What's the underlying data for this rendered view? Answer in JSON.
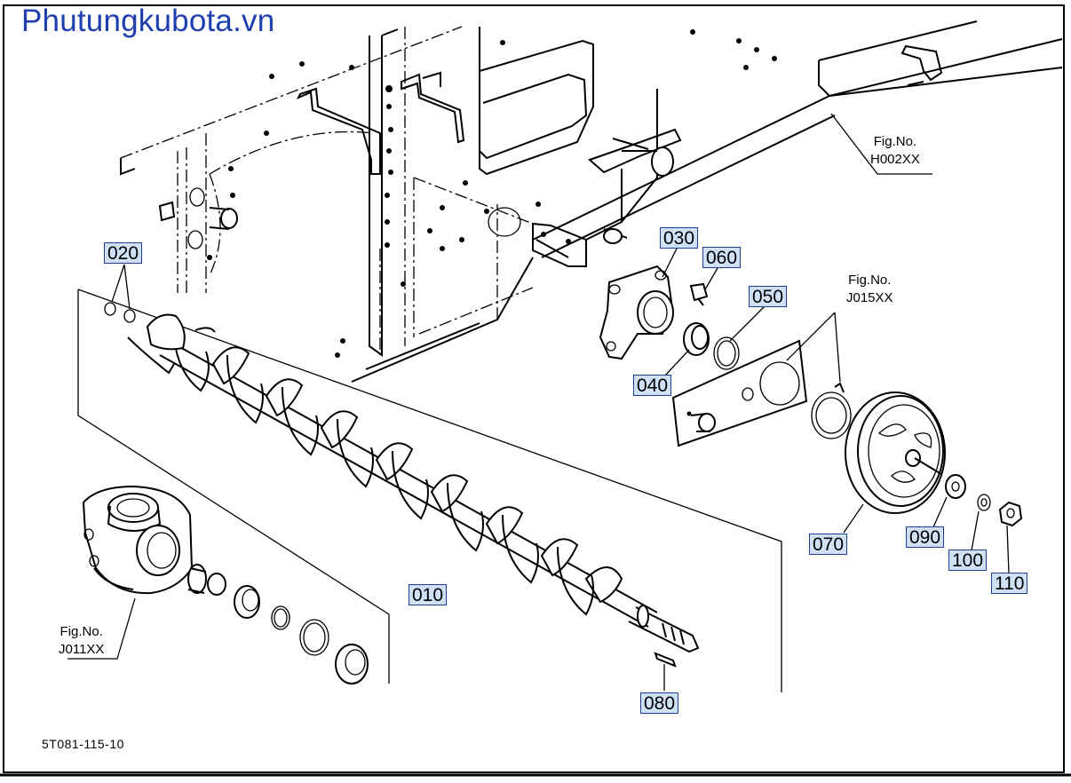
{
  "brand": "Phutungkubota.vn",
  "parts": {
    "p010": "010",
    "p020": "020",
    "p030": "030",
    "p040": "040",
    "p050": "050",
    "p060": "060",
    "p070": "070",
    "p080": "080",
    "p090": "090",
    "p100": "100",
    "p110": "110"
  },
  "refs": {
    "h002": {
      "line1": "Fig.No.",
      "line2": "H002XX"
    },
    "j015": {
      "line1": "Fig.No.",
      "line2": "J015XX"
    },
    "j011": {
      "line1": "Fig.No.",
      "line2": "J011XX"
    }
  },
  "drawing_code": "5T081-115-10",
  "colors": {
    "brand": "#1f3fb0",
    "label_bg": "#cfe0f7",
    "label_border": "#1d3d9a"
  }
}
